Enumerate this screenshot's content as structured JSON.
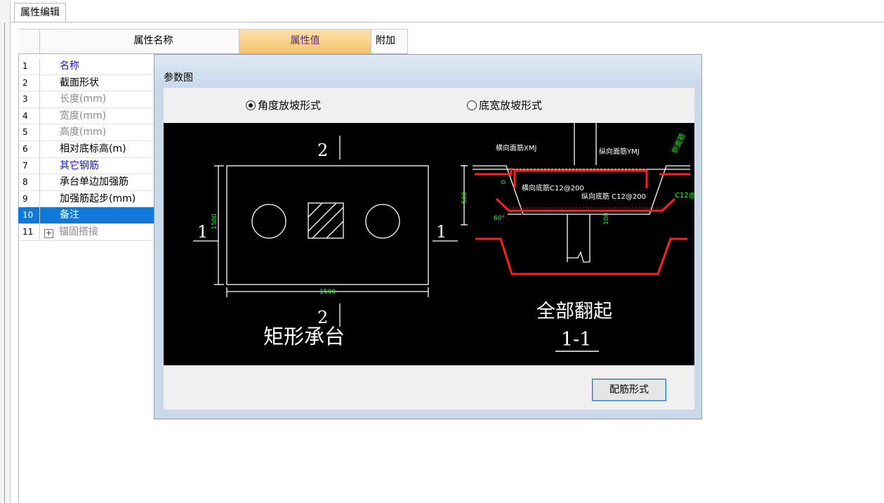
{
  "panel": {
    "tab_label": "属性编辑"
  },
  "grid": {
    "headers": {
      "name": "属性名称",
      "value": "属性值",
      "extra": "附加"
    },
    "rows": [
      {
        "num": "1",
        "name": "名称",
        "style": "blue"
      },
      {
        "num": "2",
        "name": "截面形状",
        "style": "normal"
      },
      {
        "num": "3",
        "name": "长度(mm)",
        "style": "gray"
      },
      {
        "num": "4",
        "name": "宽度(mm)",
        "style": "gray"
      },
      {
        "num": "5",
        "name": "高度(mm)",
        "style": "gray"
      },
      {
        "num": "6",
        "name": "相对底标高(m)",
        "style": "normal"
      },
      {
        "num": "7",
        "name": "其它钢筋",
        "style": "blue"
      },
      {
        "num": "8",
        "name": "承台单边加强筋",
        "style": "normal"
      },
      {
        "num": "9",
        "name": "加强筋起步(mm)",
        "style": "normal"
      },
      {
        "num": "10",
        "name": "备注",
        "style": "selected"
      },
      {
        "num": "11",
        "name": "锚固搭接",
        "style": "gray",
        "expander": "+"
      }
    ]
  },
  "dialog": {
    "title": "参数图",
    "radio_angle": "角度放坡形式",
    "radio_width": "底宽放坡形式",
    "radio_selected": "angle",
    "button_label": "配筋形式",
    "diagram": {
      "plan_section_mark": "2",
      "plan_side_mark": "1",
      "plan_dim_height": "1500",
      "plan_dim_width": "1500",
      "plan_caption": "矩形承台",
      "section_label_top": "横向面筋XMJ",
      "section_label_top2": "纵向面筋YMJ",
      "section_label_side": "侧面筋",
      "section_label_bottom1": "横向底筋C12@200",
      "section_label_bottom2": "纵向底筋 C12@200",
      "section_label_bottom3": "C12@",
      "section_dim_500": "500",
      "section_dim_0": "0",
      "section_dim_100": "100",
      "section_angle": "60°",
      "section_caption": "全部翻起",
      "section_caption2": "1-1"
    }
  },
  "colors": {
    "selected_row": "#1078d8",
    "blue_text": "#1818d8",
    "header_value_bg": "#f6c46c",
    "rebar_red": "#ff2020",
    "dimension_green": "#20ff20"
  }
}
